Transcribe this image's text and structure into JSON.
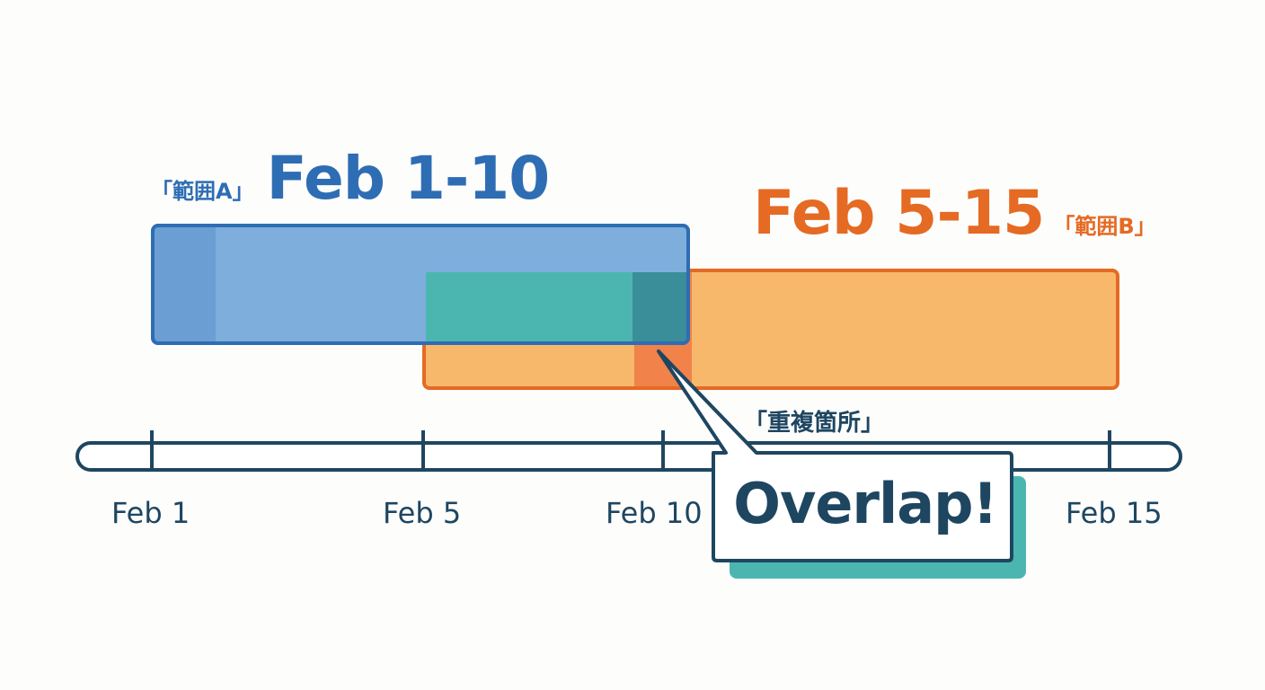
{
  "range_a": {
    "jp_label": "「範囲A」",
    "range_label": "Feb 1-10",
    "start": "Feb 1",
    "end": "Feb 10",
    "color": "#2e6db4"
  },
  "range_b": {
    "jp_label": "「範囲B」",
    "range_label": "Feb 5-15",
    "start": "Feb 5",
    "end": "Feb 15",
    "color": "#e56a23"
  },
  "overlap": {
    "jp_label": "「重複箇所」",
    "callout": "Overlap!",
    "color": "#4bb6b0"
  },
  "axis": {
    "ticks": [
      {
        "label": "Feb 1",
        "day": 1
      },
      {
        "label": "Feb 5",
        "day": 5
      },
      {
        "label": "Feb 10",
        "day": 10
      },
      {
        "label": "Feb 15",
        "day": 15
      }
    ]
  }
}
